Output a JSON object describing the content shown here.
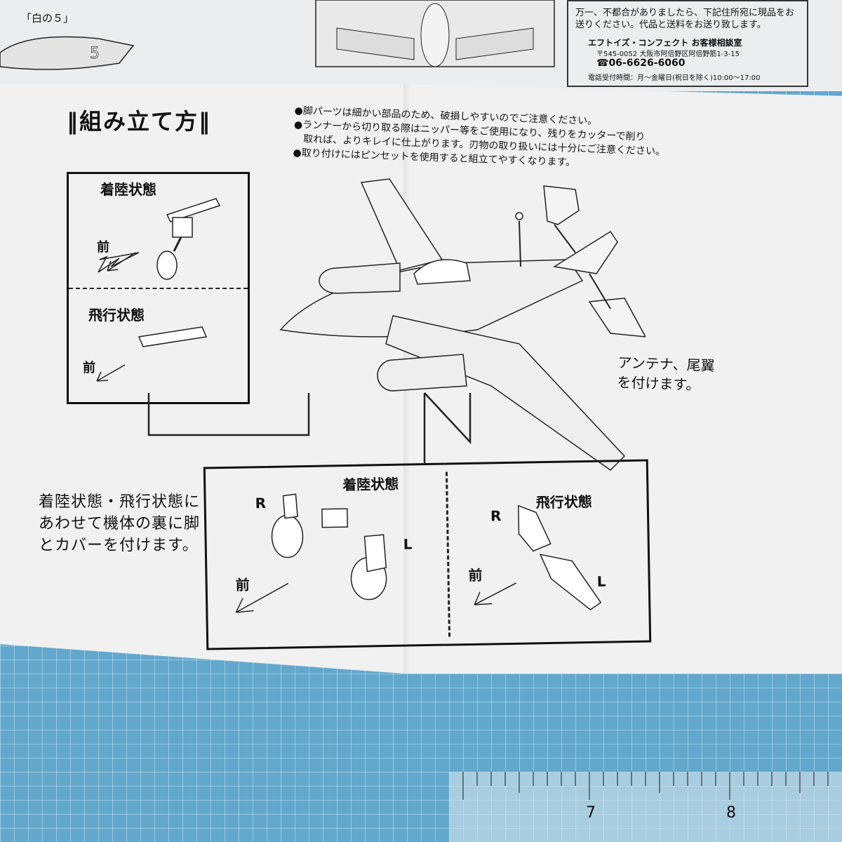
{
  "top": {
    "fuselage_label": "「白の５」",
    "notice": "万一、不都合がありましたら、下記住所宛に現品をお送りください。代品と送料をお送り致します。",
    "company": "エフトイズ・コンフェクト お客様相談室",
    "address": "〒545-0052 大阪市阿倍野区阿倍野筋1-3-15",
    "phone": "☎06-6626-6060",
    "hours": "電話受付時間：月～金曜日(祝日を除く)10:00～17:00"
  },
  "assembly": {
    "title": "‖組み立て方‖",
    "notes": [
      "●脚パーツは細かい部品のため、破損しやすいのでご注意ください。",
      "●ランナーから切り取る際はニッパー等をご使用になり、残りをカッターで削り",
      "　取れば、よりキレイに仕上がります。刃物の取り扱いには十分にご注意ください。",
      "●取り付けにはピンセットを使用すると組立てやすくなります。"
    ],
    "panel_left": {
      "landing_label": "着陸状態",
      "flight_label": "飛行状態",
      "front_label": "前"
    },
    "caption_tail": [
      "アンテナ、尾翼",
      "を付けます。"
    ],
    "caption_gear": "着陸状態・飛行状態にあわせて機体の裏に脚とカバーを付けます。",
    "panel_bottom": {
      "landing_label": "着陸状態",
      "flight_label": "飛行状態",
      "right": "R",
      "left": "L",
      "front_label": "前"
    }
  },
  "ruler_ticks": [
    "7",
    "8"
  ],
  "colors": {
    "mat": "#62a8cc",
    "paper": "#f1f1f2",
    "ink": "#111111"
  }
}
